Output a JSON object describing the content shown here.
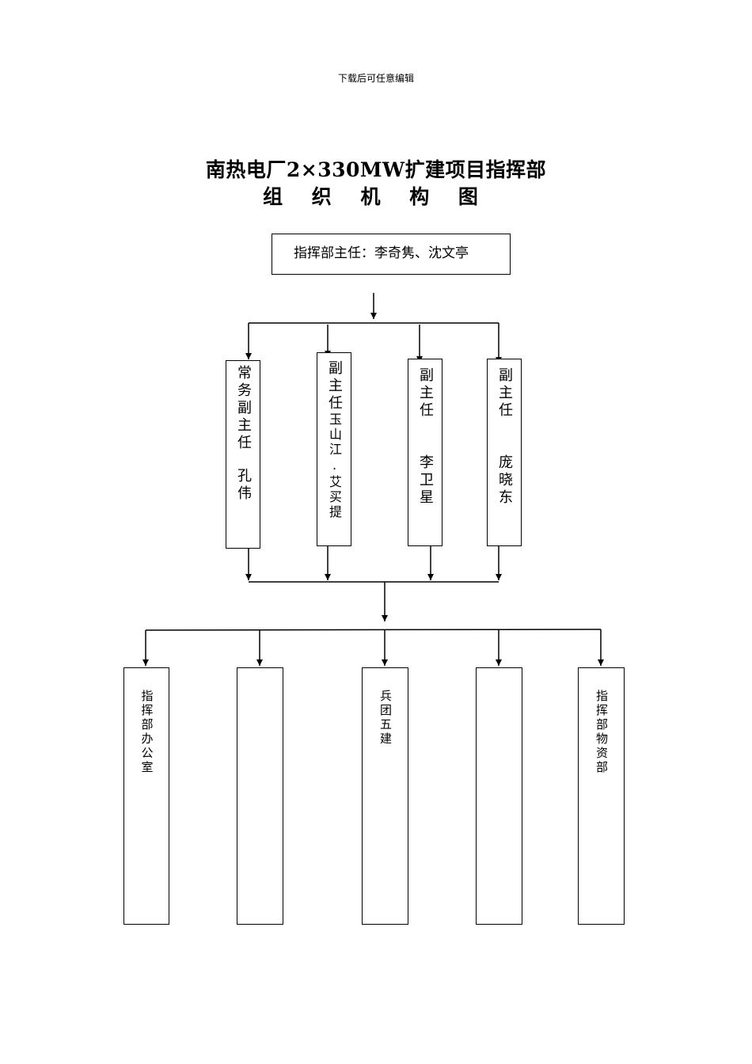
{
  "header_note": "下载后可任意编辑",
  "title_line1": "南热电厂2×330MW扩建项目指挥部",
  "title_line2": "组 织 机 构 图",
  "director": {
    "label": "指挥部主任",
    "separator": "：",
    "names": "李奇隽、沈文亭"
  },
  "deputies": [
    {
      "title": "常务副主任",
      "name": "孔伟"
    },
    {
      "title": "副主任",
      "name": "玉山江.艾买提"
    },
    {
      "title": "副主任",
      "name": "李卫星"
    },
    {
      "title": "副主任",
      "name": "庞晓东"
    }
  ],
  "departments": [
    {
      "label": "指挥部办公室"
    },
    {
      "label": ""
    },
    {
      "label": "兵团五建"
    },
    {
      "label": ""
    },
    {
      "label": "指挥部物资部"
    }
  ]
}
